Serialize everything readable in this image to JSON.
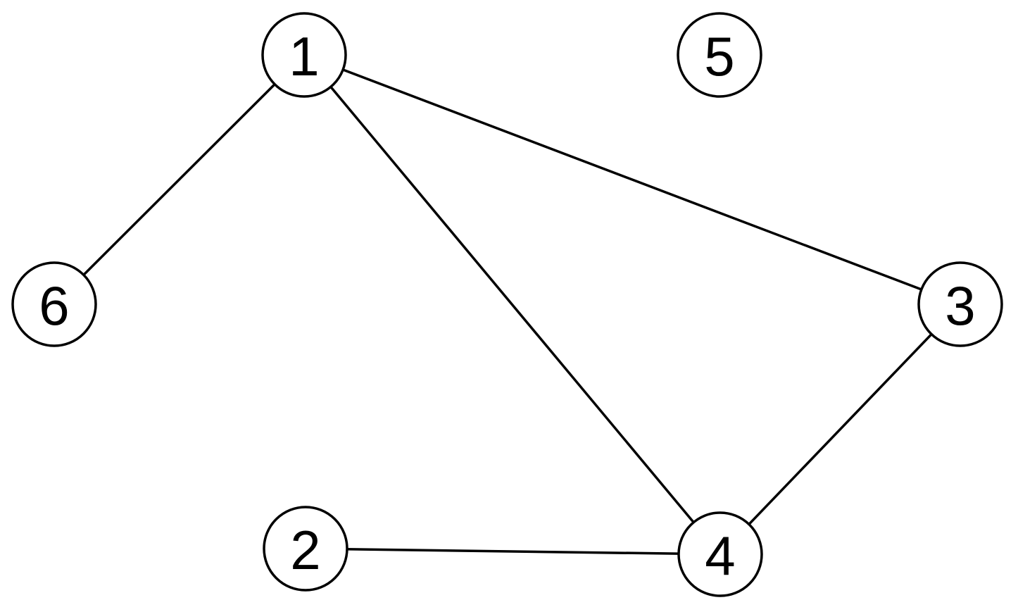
{
  "nodes": [
    {
      "id": "1",
      "label": "1"
    },
    {
      "id": "2",
      "label": "2"
    },
    {
      "id": "3",
      "label": "3"
    },
    {
      "id": "4",
      "label": "4"
    },
    {
      "id": "5",
      "label": "5"
    },
    {
      "id": "6",
      "label": "6"
    }
  ],
  "edges": [
    {
      "from": "1",
      "to": "6"
    },
    {
      "from": "1",
      "to": "4"
    },
    {
      "from": "1",
      "to": "3"
    },
    {
      "from": "3",
      "to": "4"
    },
    {
      "from": "2",
      "to": "4"
    }
  ],
  "colors": {
    "stroke": "#000000",
    "node_fill": "#ffffff",
    "background": "#ffffff"
  }
}
